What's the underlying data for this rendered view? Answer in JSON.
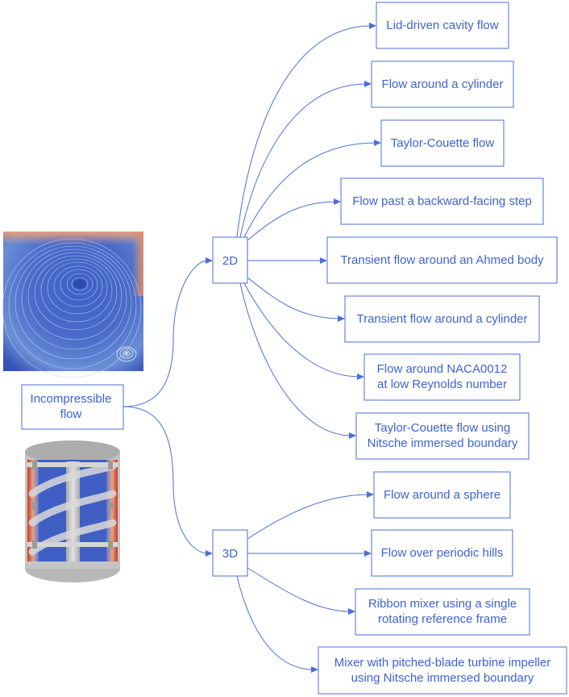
{
  "root": {
    "lines": [
      "Incompressible",
      "flow"
    ]
  },
  "branches": [
    {
      "key": "2d",
      "label": "2D",
      "leaves": [
        {
          "key": "lid-driven-cavity",
          "lines": [
            "Lid-driven cavity flow"
          ]
        },
        {
          "key": "flow-around-cylinder",
          "lines": [
            "Flow around a cylinder"
          ]
        },
        {
          "key": "taylor-couette",
          "lines": [
            "Taylor-Couette flow"
          ]
        },
        {
          "key": "backward-facing-step",
          "lines": [
            "Flow past a backward-facing step"
          ]
        },
        {
          "key": "ahmed-body",
          "lines": [
            "Transient flow around an Ahmed body"
          ]
        },
        {
          "key": "transient-cylinder",
          "lines": [
            "Transient flow around a cylinder"
          ]
        },
        {
          "key": "naca0012",
          "lines": [
            "Flow around NACA0012",
            "at low Reynolds number"
          ]
        },
        {
          "key": "taylor-couette-nitsche",
          "lines": [
            "Taylor-Couette flow using",
            "Nitsche immersed boundary"
          ]
        }
      ]
    },
    {
      "key": "3d",
      "label": "3D",
      "leaves": [
        {
          "key": "sphere",
          "lines": [
            "Flow around a sphere"
          ]
        },
        {
          "key": "periodic-hills",
          "lines": [
            "Flow over periodic hills"
          ]
        },
        {
          "key": "ribbon-mixer",
          "lines": [
            "Ribbon mixer using a single",
            "rotating reference frame"
          ]
        },
        {
          "key": "pbt-mixer",
          "lines": [
            "Mixer with pitched-blade turbine impeller",
            "using Nitsche immersed boundary"
          ]
        }
      ]
    }
  ],
  "colors": {
    "line": "#4a6fd8",
    "text": "#3d63d3",
    "cavity_background": "#3a55b8",
    "mixer_shell": "#b9b9b9",
    "mixer_field": "#3f5fc4",
    "mixer_wall": "#cf4a2c"
  }
}
